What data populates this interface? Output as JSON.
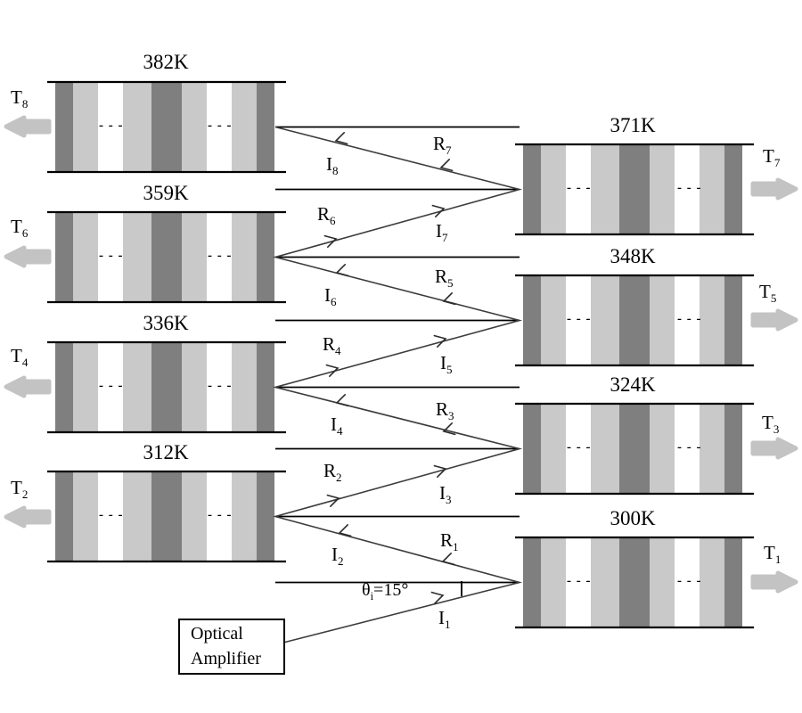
{
  "stacks": {
    "left": [
      {
        "temperature": "382K",
        "t_label": {
          "base": "T",
          "sub": "8"
        }
      },
      {
        "temperature": "359K",
        "t_label": {
          "base": "T",
          "sub": "6"
        }
      },
      {
        "temperature": "336K",
        "t_label": {
          "base": "T",
          "sub": "4"
        }
      },
      {
        "temperature": "312K",
        "t_label": {
          "base": "T",
          "sub": "2"
        }
      }
    ],
    "right": [
      {
        "temperature": "371K",
        "t_label": {
          "base": "T",
          "sub": "7"
        }
      },
      {
        "temperature": "348K",
        "t_label": {
          "base": "T",
          "sub": "5"
        }
      },
      {
        "temperature": "324K",
        "t_label": {
          "base": "T",
          "sub": "3"
        }
      },
      {
        "temperature": "300K",
        "t_label": {
          "base": "T",
          "sub": "1"
        }
      }
    ],
    "ellipsis": "- - -"
  },
  "beams": {
    "incident": [
      {
        "base": "I",
        "sub": "1"
      },
      {
        "base": "I",
        "sub": "2"
      },
      {
        "base": "I",
        "sub": "3"
      },
      {
        "base": "I",
        "sub": "4"
      },
      {
        "base": "I",
        "sub": "5"
      },
      {
        "base": "I",
        "sub": "6"
      },
      {
        "base": "I",
        "sub": "7"
      },
      {
        "base": "I",
        "sub": "8"
      }
    ],
    "reflected": [
      {
        "base": "R",
        "sub": "1"
      },
      {
        "base": "R",
        "sub": "2"
      },
      {
        "base": "R",
        "sub": "3"
      },
      {
        "base": "R",
        "sub": "4"
      },
      {
        "base": "R",
        "sub": "5"
      },
      {
        "base": "R",
        "sub": "6"
      },
      {
        "base": "R",
        "sub": "7"
      }
    ]
  },
  "angle": {
    "base": "θ",
    "sub": "i",
    "value": "=15°"
  },
  "amplifier": {
    "line1": "Optical",
    "line2": "Amplifier"
  },
  "colors": {
    "stripe_dark": "#7f7f7f",
    "stripe_light": "#c9c9c9",
    "arrow_gray": "#c3c3c3",
    "line_black": "#000000",
    "beam_gray": "#3c3c3c"
  }
}
